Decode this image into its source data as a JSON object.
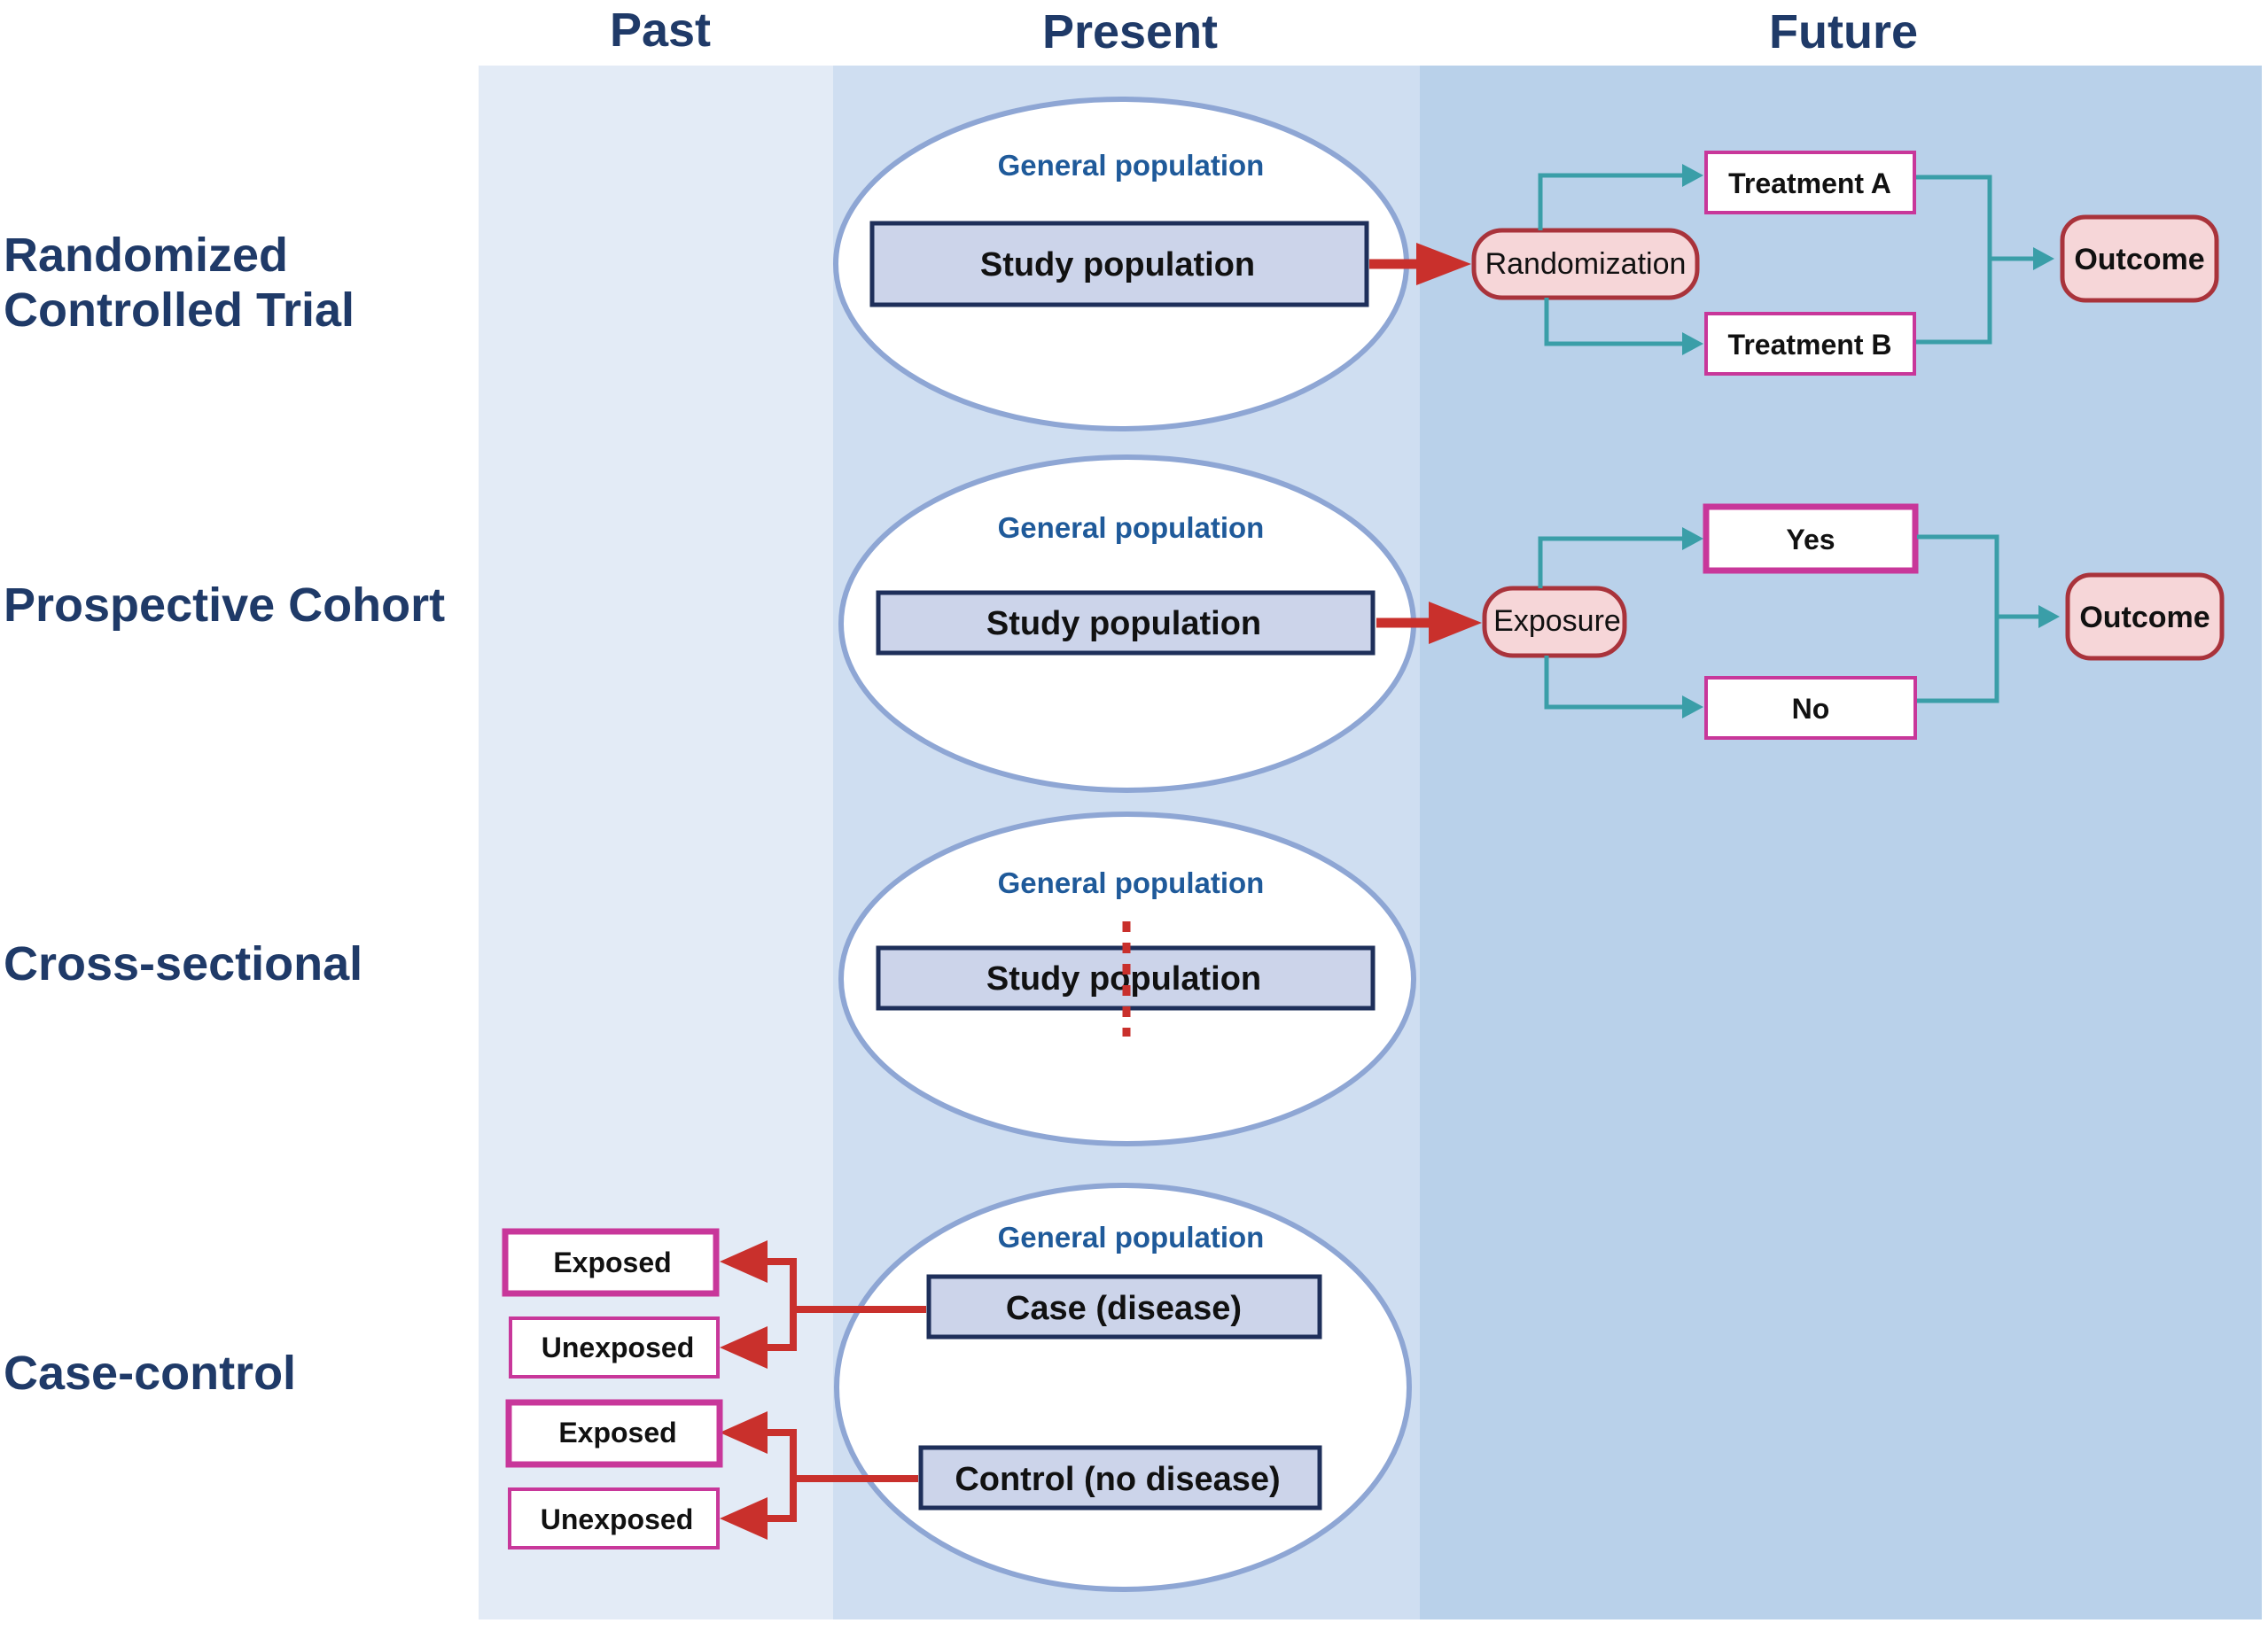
{
  "columns": {
    "past": "Past",
    "present": "Present",
    "future": "Future"
  },
  "rows": {
    "rct": {
      "title_line1": "Randomized",
      "title_line2": "Controlled Trial",
      "general_population": "General population",
      "study_population": "Study population",
      "randomization": "Randomization",
      "treatment_a": "Treatment A",
      "treatment_b": "Treatment B",
      "outcome": "Outcome"
    },
    "cohort": {
      "title": "Prospective Cohort",
      "general_population": "General population",
      "study_population": "Study population",
      "exposure": "Exposure",
      "yes": "Yes",
      "no": "No",
      "outcome": "Outcome"
    },
    "cross": {
      "title": "Cross-sectional",
      "general_population": "General population",
      "study_population": "Study population"
    },
    "case_control": {
      "title": "Case-control",
      "general_population": "General population",
      "case": "Case (disease)",
      "control": "Control (no disease)",
      "case_exposed": "Exposed",
      "case_unexposed": "Unexposed",
      "control_exposed": "Exposed",
      "control_unexposed": "Unexposed"
    }
  },
  "colors": {
    "heading": "#1f3a68",
    "past_band": "#e3ebf6",
    "present_band": "#cfdef1",
    "future_band": "#b9d1ea",
    "ellipse_stroke": "#8ea6d4",
    "box_fill": "#ccd4ea",
    "box_stroke": "#1e2f5a",
    "red_arrow": "#c9302c",
    "teal_arrow": "#3a9ea8",
    "magenta": "#c8379a",
    "pill_fill": "#f6d6d8",
    "pill_stroke": "#a9333b"
  }
}
